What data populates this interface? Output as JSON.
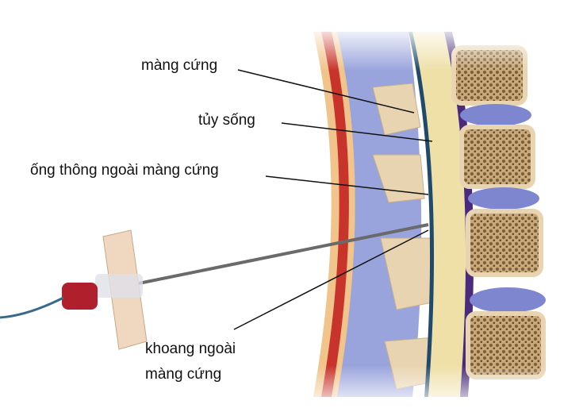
{
  "labels": {
    "dura": "màng cứng",
    "spinal_cord": "tủy sống",
    "catheter": "ống thông ngoài màng cứng",
    "epidural_line1": "khoang ngoài",
    "epidural_line2": "màng cứng"
  },
  "colors": {
    "skin": "#f0c48a",
    "muscle_red": "#c8342c",
    "ligament_blue": "#8f9bd8",
    "bone": "#e8d4b0",
    "spongy_bone": "#8a6e4a",
    "dura_purple": "#4a2a7a",
    "cord_yellow": "#efe0a8",
    "hub_red": "#b0202c",
    "disc_blue": "#7f86d0"
  }
}
